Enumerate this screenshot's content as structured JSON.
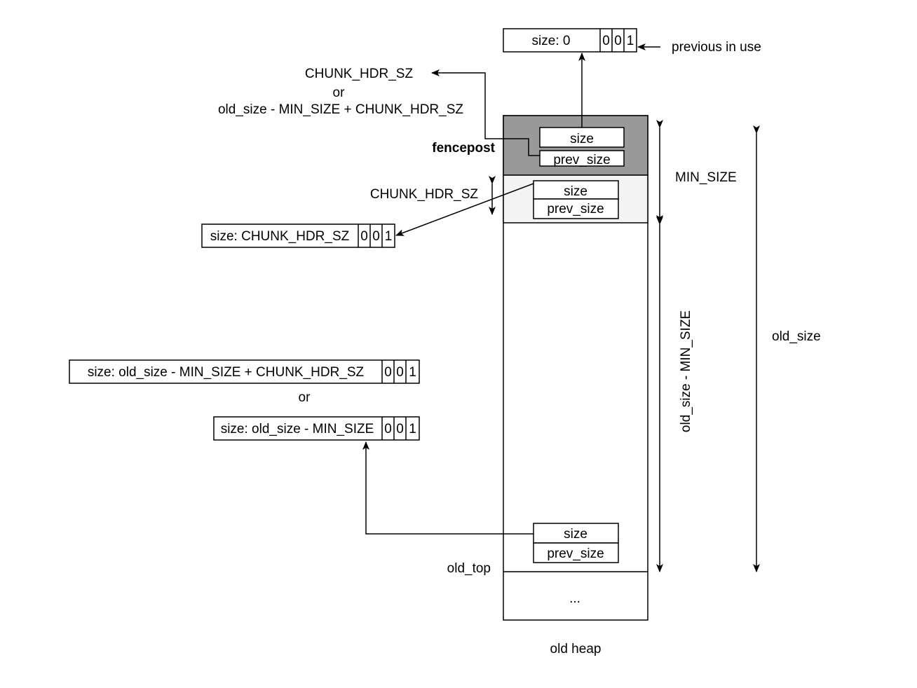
{
  "top_box": {
    "label": "size: 0",
    "bits": [
      "0",
      "0",
      "1"
    ],
    "annotation": "previous in use"
  },
  "chunk_hdr_label_top": {
    "line1": "CHUNK_HDR_SZ",
    "line2": "or",
    "line3": "old_size - MIN_SIZE +  CHUNK_HDR_SZ"
  },
  "fencepost": {
    "label": "fencepost",
    "size_field": "size",
    "prev_size_field": "prev_size"
  },
  "second_chunk": {
    "size_field": "size",
    "prev_size_field": "prev_size",
    "hdr_label": "CHUNK_HDR_SZ"
  },
  "hdr_box": {
    "label": "size: CHUNK_HDR_SZ",
    "bits": [
      "0",
      "0",
      "1"
    ]
  },
  "left_box_a": {
    "label": "size: old_size - MIN_SIZE +  CHUNK_HDR_SZ",
    "bits": [
      "0",
      "0",
      "1"
    ]
  },
  "or_label": "or",
  "left_box_b": {
    "label": "size: old_size - MIN_SIZE",
    "bits": [
      "0",
      "0",
      "1"
    ]
  },
  "bottom_chunk": {
    "size_field": "size",
    "prev_size_field": "prev_size"
  },
  "old_top_label": "old_top",
  "ellipsis": "...",
  "old_heap_label": "old heap",
  "dimensions": {
    "min_size": "MIN_SIZE",
    "old_size_minus_min": "old_size - MIN_SIZE",
    "old_size": "old_size"
  },
  "colors": {
    "fencepost_fill": "#999999",
    "chunk_fill": "#f3f3f3",
    "stroke": "#000000"
  }
}
